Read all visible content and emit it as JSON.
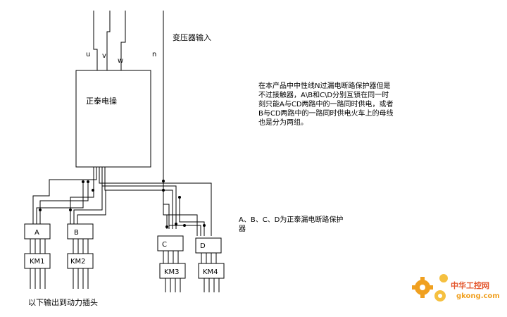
{
  "labels": {
    "transformer_input": "变压器输入",
    "phase_u": "u",
    "phase_v": "v",
    "phase_w": "w",
    "neutral_n": "n",
    "controller": "正泰电操",
    "breaker_a": "A",
    "breaker_b": "B",
    "breaker_c": "C",
    "breaker_d": "D",
    "contactor_km1": "KM1",
    "contactor_km2": "KM2",
    "contactor_km3": "KM3",
    "contactor_km4": "KM4",
    "output_note": "以下输出到动力插头"
  },
  "notes": {
    "main_lines": [
      "在本产品中中性线N过漏电断路保护器但是",
      "不过接触器，A\\B和C\\D分别互锁在同一时",
      "刻只能A与CD两路中的一路同时供电，或者",
      "B与CD两路中的一路同时供电火车上的母线",
      "也是分为两组。"
    ],
    "abcd_lines": [
      "A、B、C、D为正泰漏电断路保护",
      "器"
    ]
  },
  "logo": {
    "title": "中华工控网",
    "domain": "gkong.com",
    "gear_color": "#f0a020",
    "text_color": "#e4572e"
  }
}
